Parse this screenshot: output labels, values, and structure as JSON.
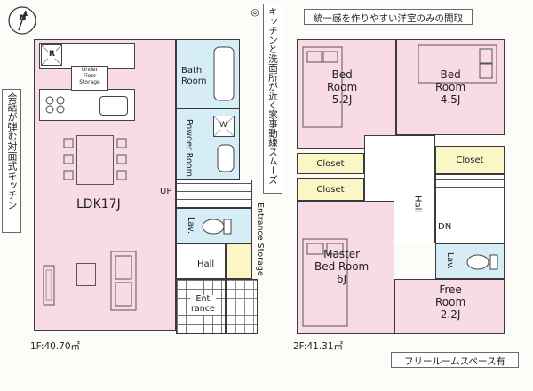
{
  "compass": {
    "label": "N"
  },
  "notes": {
    "left_vertical": "会話が弾む対面式キッチン",
    "center_vertical": "キッチンと洗面所が近く家事動線スムーズ◎",
    "top_right": "統一感を作りやすい洋室のみの間取",
    "bottom_right": "フリールームスペース有"
  },
  "floor1": {
    "area": "1F:40.70㎡",
    "rooms": {
      "ldk": "LDK17J",
      "under_floor": "Under\nFloor\nStorage",
      "bath": "Bath\nRoom",
      "powder": "Powder\nRoom",
      "lav": "Lav.",
      "hall": "Hall",
      "entrance": "Ent\nrance",
      "entrance_storage": "Entrance Storage",
      "up": "UP",
      "refrigerator": "R",
      "washer": "W"
    }
  },
  "floor2": {
    "area": "2F:41.31㎡",
    "rooms": {
      "bed1": "Bed\nRoom\n5.2J",
      "bed2": "Bed\nRoom\n4.5J",
      "closet1": "Closet",
      "closet2": "Closet",
      "closet3": "Closet",
      "hall": "Hall",
      "dn": "DN",
      "master": "Master\nBed Room\n6J",
      "lav": "Lav.",
      "free": "Free\nRoom\n2.2J"
    }
  }
}
